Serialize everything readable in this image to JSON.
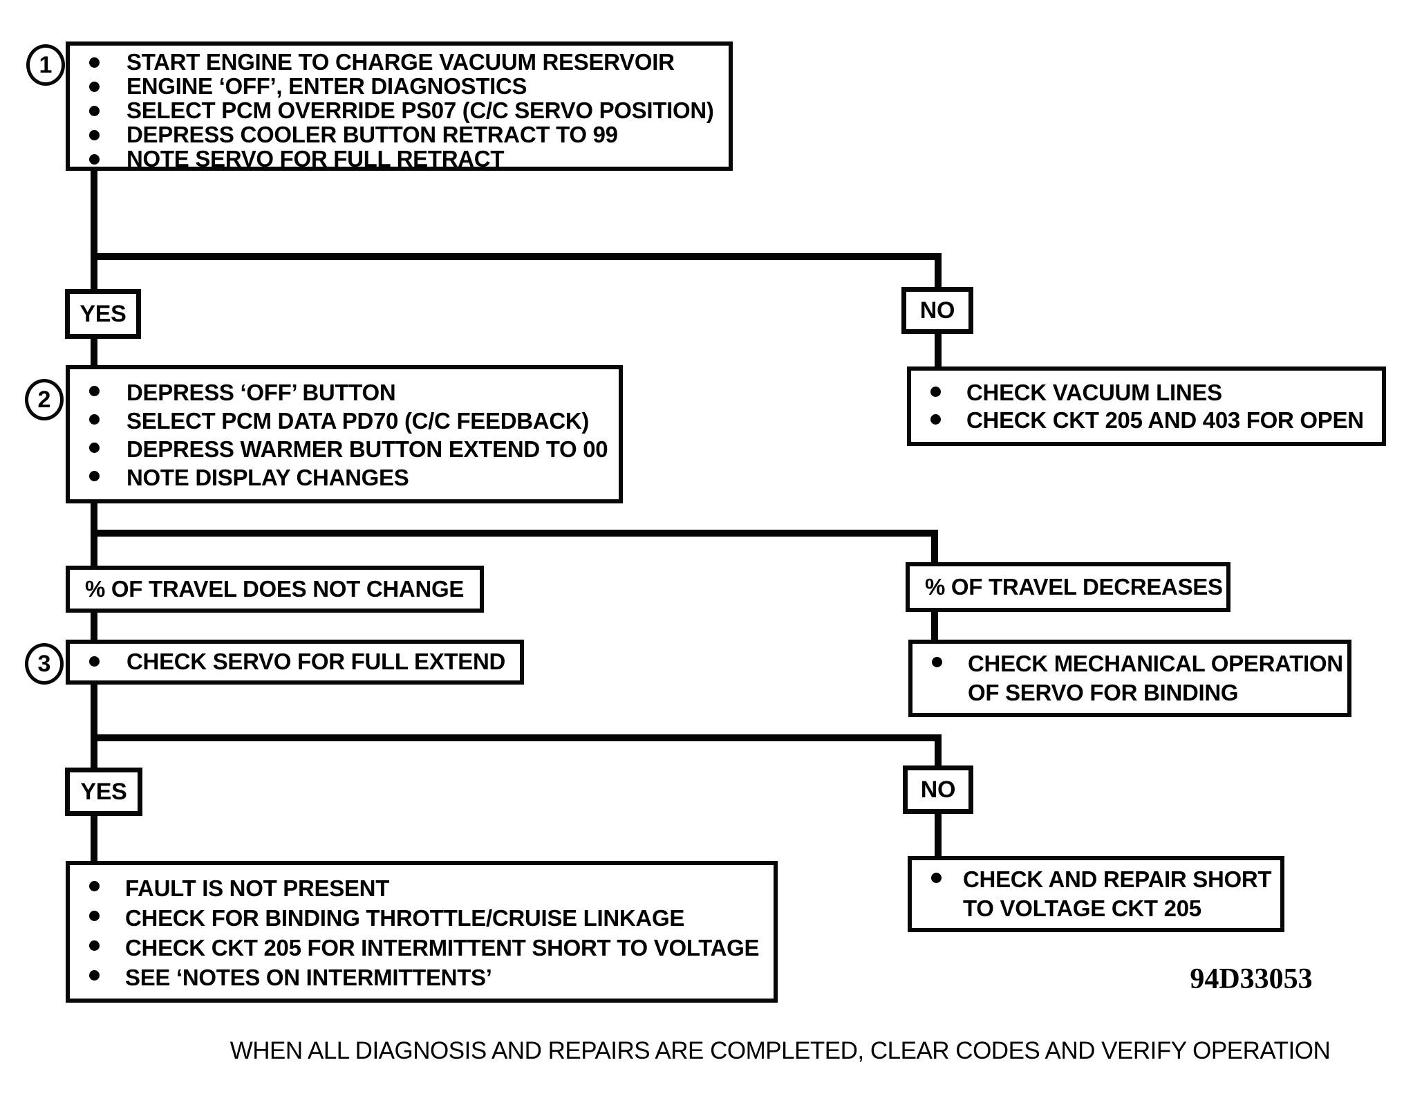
{
  "flow": {
    "step1": {
      "number": "1",
      "bullets": [
        "START ENGINE TO CHARGE VACUUM RESERVOIR",
        "ENGINE ‘OFF’, ENTER DIAGNOSTICS",
        "SELECT PCM  OVERRIDE PS07 (C/C SERVO POSITION)",
        "DEPRESS COOLER BUTTON RETRACT TO 99",
        "NOTE SERVO FOR FULL RETRACT"
      ]
    },
    "branch1": {
      "yes": "YES",
      "no": "NO"
    },
    "step2": {
      "number": "2",
      "bullets": [
        "DEPRESS ‘OFF’ BUTTON",
        "SELECT PCM DATA PD70 (C/C FEEDBACK)",
        "DEPRESS WARMER BUTTON EXTEND TO 00",
        "NOTE DISPLAY CHANGES"
      ]
    },
    "vacuum_check": {
      "bullets": [
        "CHECK VACUUM LINES",
        "CHECK CKT 205 AND 403 FOR OPEN"
      ]
    },
    "travel_no_change": "% OF TRAVEL DOES NOT CHANGE",
    "travel_decreases": "% OF TRAVEL DECREASES",
    "step3": {
      "number": "3",
      "bullets": [
        "CHECK SERVO FOR FULL EXTEND"
      ]
    },
    "mechanical_check": {
      "bullets": [
        "CHECK MECHANICAL OPERATION OF SERVO FOR BINDING"
      ]
    },
    "branch2": {
      "yes": "YES",
      "no": "NO"
    },
    "fault_check": {
      "bullets": [
        "FAULT IS NOT PRESENT",
        "CHECK FOR BINDING THROTTLE/CRUISE LINKAGE",
        "CHECK CKT 205 FOR INTERMITTENT SHORT TO VOLTAGE",
        "SEE ‘NOTES ON INTERMITTENTS’"
      ]
    },
    "repair_short": {
      "bullets": [
        "CHECK AND REPAIR SHORT TO VOLTAGE CKT 205"
      ]
    },
    "figure_code": "94D33053",
    "footer_note": "WHEN ALL DIAGNOSIS AND REPAIRS ARE COMPLETED, CLEAR CODES AND VERIFY OPERATION",
    "colors": {
      "ink": "#050505",
      "paper": "#ffffff"
    }
  }
}
